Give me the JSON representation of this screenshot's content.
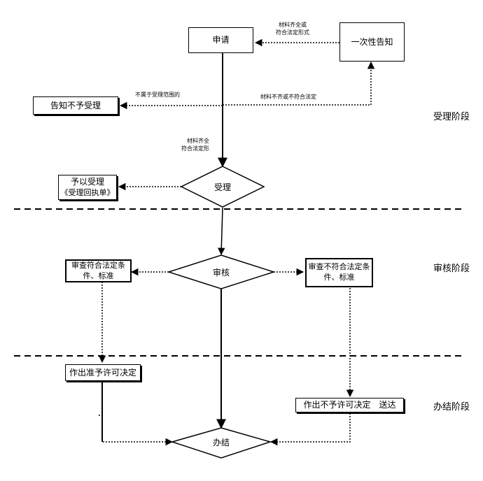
{
  "nodes": {
    "apply": "申请",
    "one_time_notice": "一次性告知",
    "notify_not_accept": "告知不予受理",
    "accept_decision": "受理",
    "accept_line1": "予以受理",
    "accept_line2": "《受理回执单》",
    "review": "审核",
    "meets_line1": "审查符合法定条",
    "meets_line2": "件、标准",
    "fails_line1": "审查不符合法定条",
    "fails_line2": "件、标准",
    "grant": "作出准予许可决定",
    "deny": "作出不予许可决定　送达",
    "finish": "办结"
  },
  "edge_labels": {
    "complete_or_legal_line1": "材料齐全或",
    "complete_or_legal_line2": "符合法定形式",
    "out_of_scope": "不属于受理范围的",
    "incomplete": "材料不齐或不符合法定",
    "complete_line1": "材料齐全",
    "complete_line2": "符合法定形"
  },
  "phases": {
    "accept": "受理阶段",
    "review": "审核阶段",
    "finish": "办结阶段"
  }
}
